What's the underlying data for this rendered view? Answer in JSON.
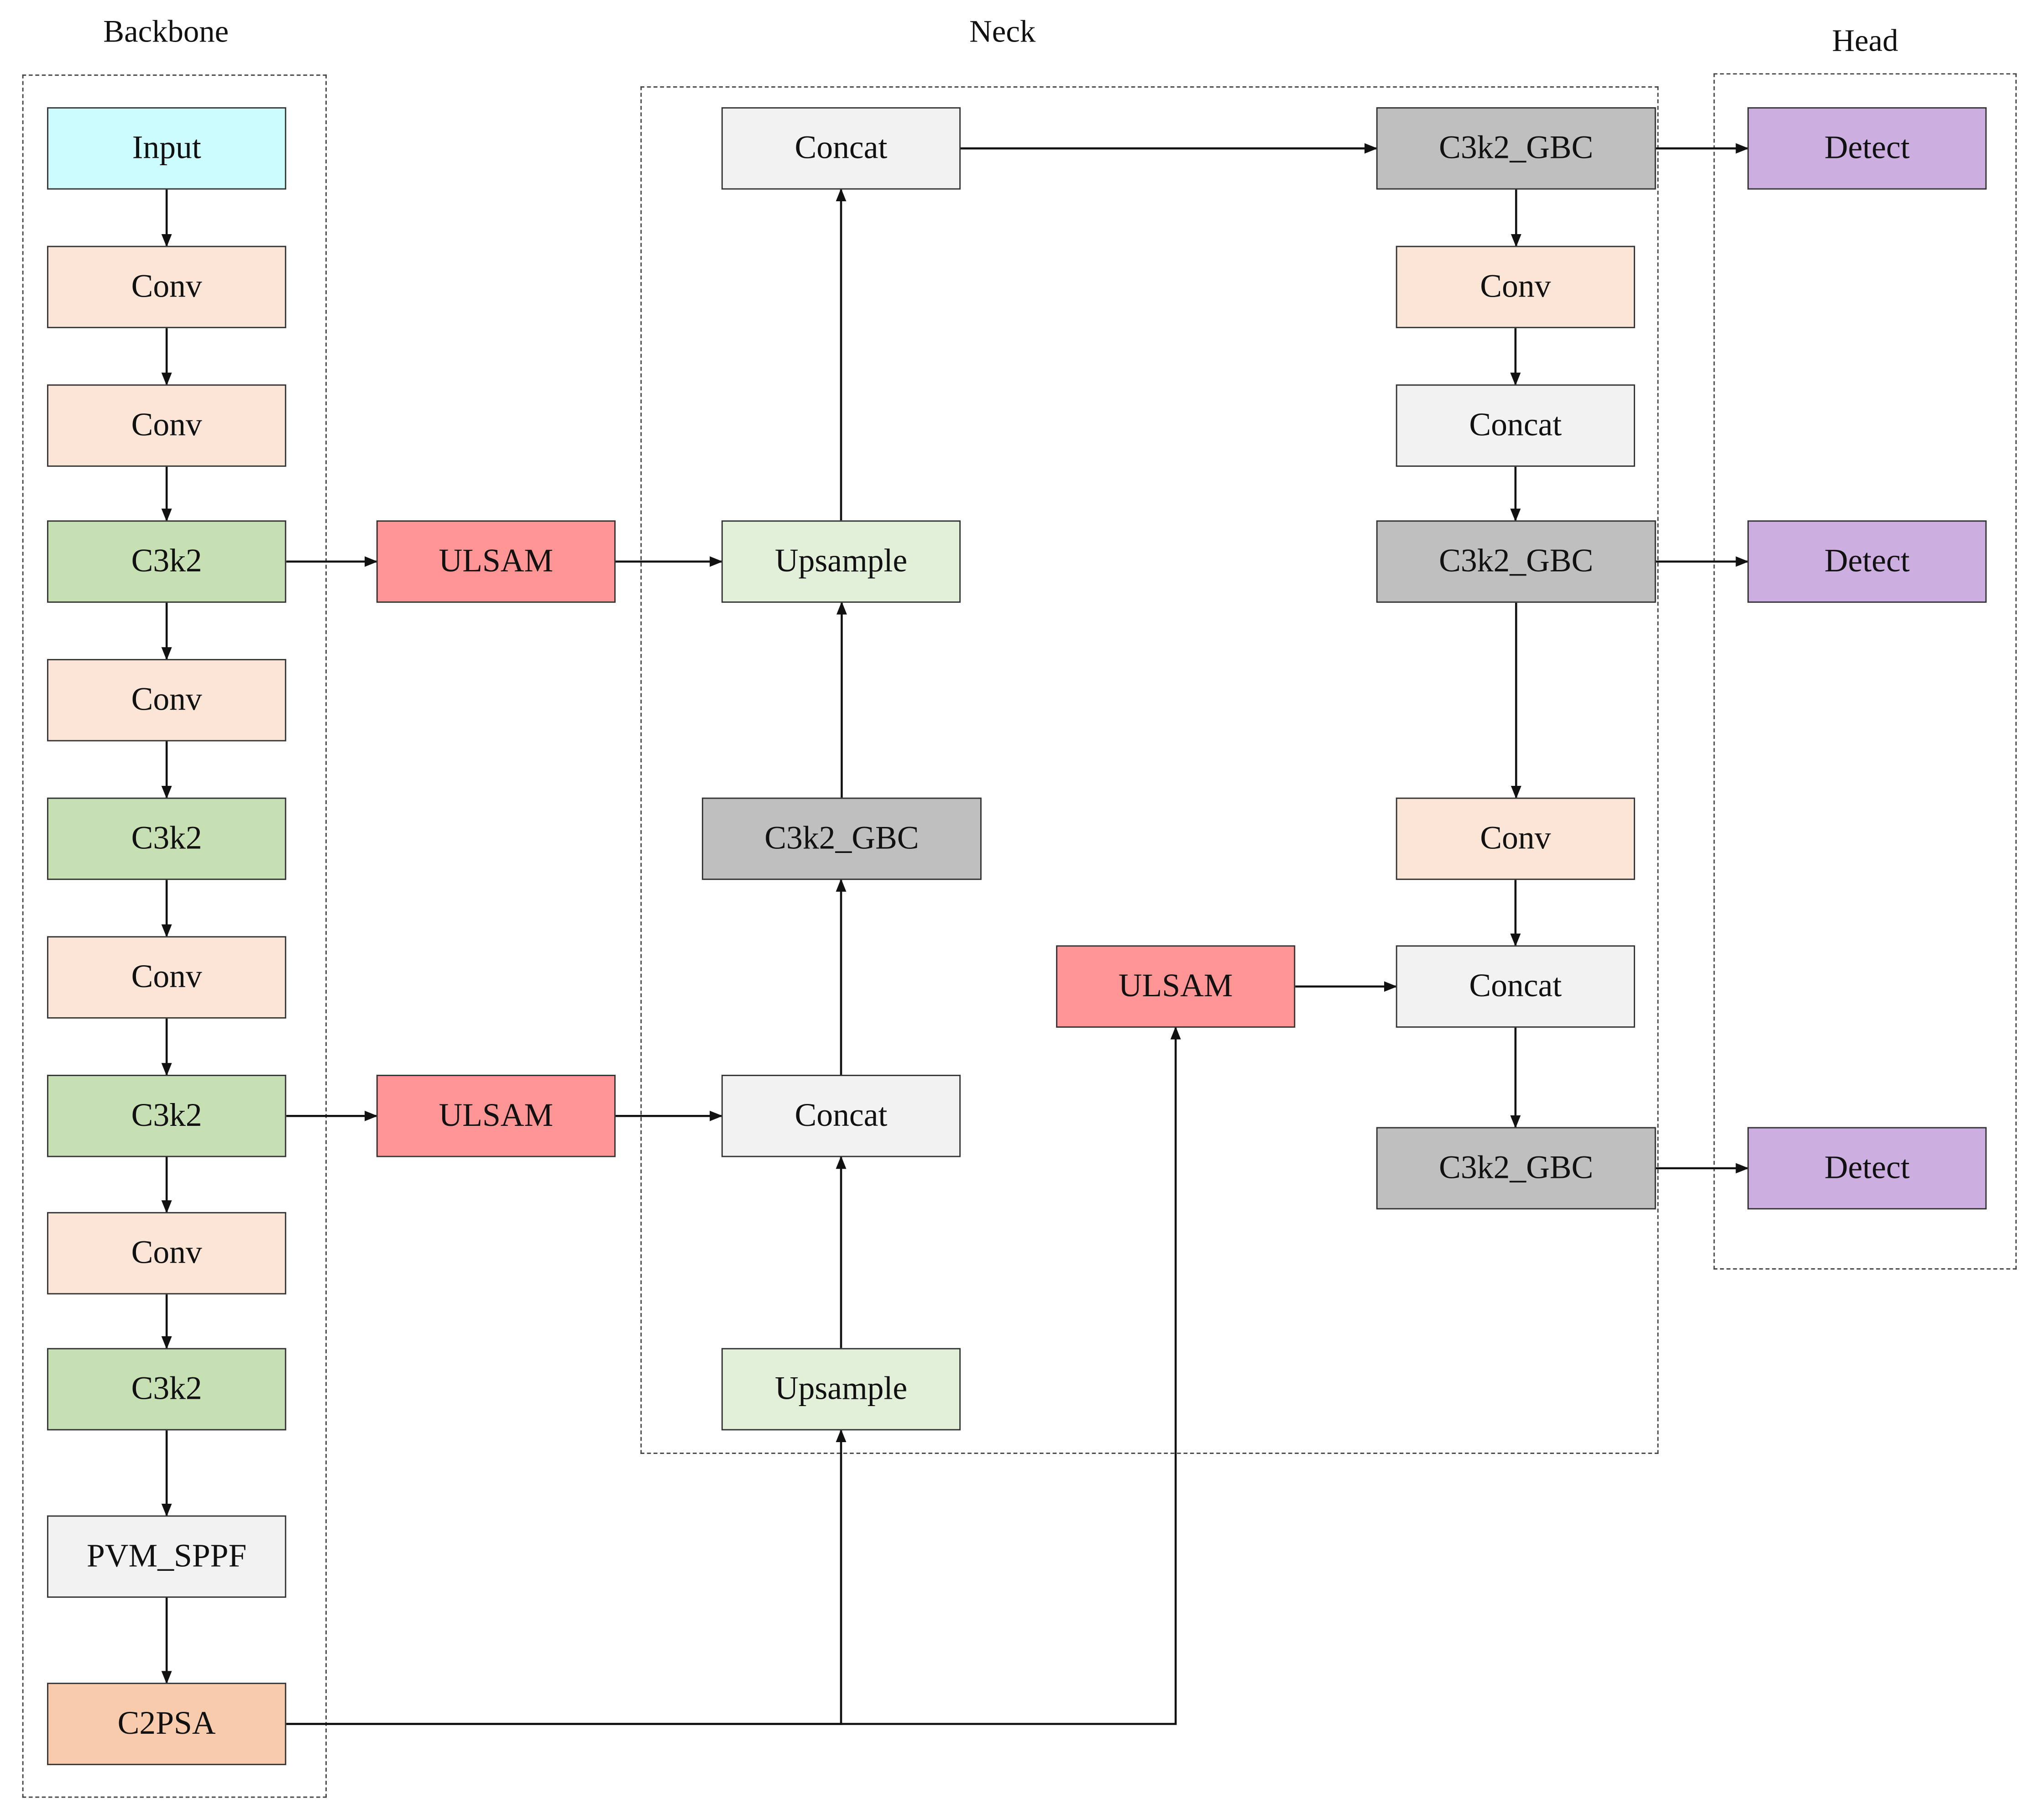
{
  "sections": {
    "backbone": "Backbone",
    "neck": "Neck",
    "head": "Head"
  },
  "nodes": {
    "input": "Input",
    "b_conv1": "Conv",
    "b_conv2": "Conv",
    "b_c3k2_1": "C3k2",
    "b_conv3": "Conv",
    "b_c3k2_2": "C3k2",
    "b_conv4": "Conv",
    "b_c3k2_3": "C3k2",
    "b_conv5": "Conv",
    "b_c3k2_4": "C3k2",
    "pvm_sppf": "PVM_SPPF",
    "c2psa": "C2PSA",
    "ulsam_1": "ULSAM",
    "ulsam_2": "ULSAM",
    "ulsam_3": "ULSAM",
    "n_concat_top": "Concat",
    "n_upsample_1": "Upsample",
    "n_gbc_mid": "C3k2_GBC",
    "n_concat_low": "Concat",
    "n_upsample_2": "Upsample",
    "r_gbc_1": "C3k2_GBC",
    "r_conv_1": "Conv",
    "r_concat_1": "Concat",
    "r_gbc_2": "C3k2_GBC",
    "r_conv_2": "Conv",
    "r_concat_2": "Concat",
    "r_gbc_3": "C3k2_GBC",
    "detect_1": "Detect",
    "detect_2": "Detect",
    "detect_3": "Detect"
  },
  "colors": {
    "input": "#ccfcfd",
    "conv": "#fbe5d6",
    "c3k2": "#c6e0b4",
    "ulsam": "#ff9595",
    "upsample": "#e2f0d9",
    "concat": "#f2f2f2",
    "c3k2_gbc": "#bfbfbf",
    "detect": "#ccaee0",
    "pvm_sppf": "#f2f2f2",
    "c2psa": "#f8cbad",
    "line": "#111111"
  },
  "edges": [
    [
      "input",
      "b_conv1"
    ],
    [
      "b_conv1",
      "b_conv2"
    ],
    [
      "b_conv2",
      "b_c3k2_1"
    ],
    [
      "b_c3k2_1",
      "b_conv3"
    ],
    [
      "b_conv3",
      "b_c3k2_2"
    ],
    [
      "b_c3k2_2",
      "b_conv4"
    ],
    [
      "b_conv4",
      "b_c3k2_3"
    ],
    [
      "b_c3k2_3",
      "b_conv5"
    ],
    [
      "b_conv5",
      "b_c3k2_4"
    ],
    [
      "b_c3k2_4",
      "pvm_sppf"
    ],
    [
      "pvm_sppf",
      "c2psa"
    ],
    [
      "b_c3k2_1",
      "ulsam_1"
    ],
    [
      "ulsam_1",
      "n_upsample_1"
    ],
    [
      "b_c3k2_3",
      "ulsam_2"
    ],
    [
      "ulsam_2",
      "n_concat_low"
    ],
    [
      "c2psa",
      "n_upsample_2"
    ],
    [
      "c2psa",
      "ulsam_3"
    ],
    [
      "n_upsample_2",
      "n_concat_low"
    ],
    [
      "n_concat_low",
      "n_gbc_mid"
    ],
    [
      "n_gbc_mid",
      "n_upsample_1"
    ],
    [
      "n_upsample_1",
      "n_concat_top"
    ],
    [
      "n_concat_top",
      "r_gbc_1"
    ],
    [
      "r_gbc_1",
      "r_conv_1"
    ],
    [
      "r_conv_1",
      "r_concat_1"
    ],
    [
      "r_concat_1",
      "r_gbc_2"
    ],
    [
      "r_gbc_2",
      "r_conv_2"
    ],
    [
      "r_conv_2",
      "r_concat_2"
    ],
    [
      "ulsam_3",
      "r_concat_2"
    ],
    [
      "r_concat_2",
      "r_gbc_3"
    ],
    [
      "r_gbc_1",
      "detect_1"
    ],
    [
      "r_gbc_2",
      "detect_2"
    ],
    [
      "r_gbc_3",
      "detect_3"
    ]
  ]
}
